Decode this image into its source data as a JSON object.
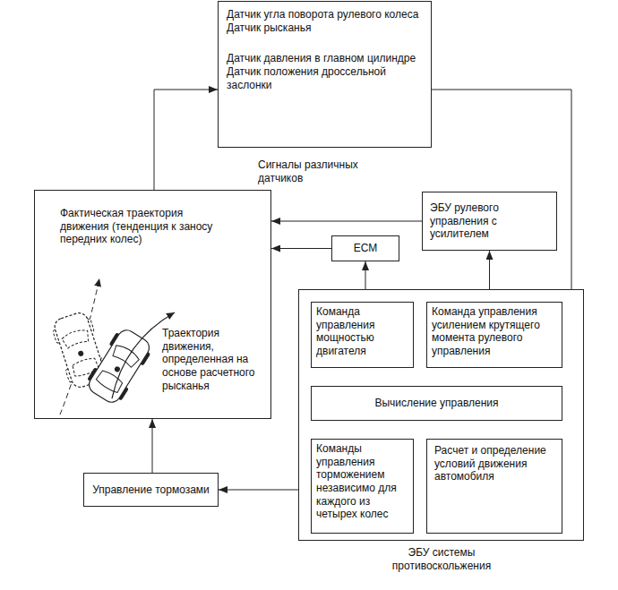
{
  "diagram": {
    "nodes": [
      {
        "text": [
          "Датчик угла поворота рулевого колеса",
          "Датчик рысканья",
          "Датчик давления в главном цилиндре",
          "Датчик положения дроссельной заслонки",
          "Сигналы различных датчиков"
        ]
      },
      {
        "text": [
          "Фактическая траектория движения (тенденция к заносу передних колес)",
          "Траектория движения, определенная на основе расчетного рысканья"
        ]
      },
      {
        "text": [
          "ЭБУ рулевого управления с усилителем"
        ]
      },
      {
        "text": [
          "ECM"
        ]
      },
      {
        "text": [
          "ЭБУ системы противоскольжения"
        ]
      },
      {
        "text": [
          "Команда управления мощностью двигателя"
        ],
        "in": 4
      },
      {
        "text": [
          "Команда управления усилением крутящего момента рулевого управления"
        ],
        "in": 4
      },
      {
        "text": [
          "Вычисление управления"
        ],
        "in": 4
      },
      {
        "text": [
          "Команды управления торможением независимо для каждого из четырех колес"
        ],
        "in": 4
      },
      {
        "text": [
          "Расчет и определение условий движения автомобиля"
        ],
        "in": 4
      },
      {
        "text": [
          "Управление тормозами"
        ]
      }
    ],
    "edges": [
      {
        "from": 1,
        "to": 0,
        "arrow": "to"
      },
      {
        "from": 0,
        "to": 9,
        "arrow": "to"
      },
      {
        "from": 2,
        "to": 1,
        "arrow": "to"
      },
      {
        "from": 3,
        "to": 1,
        "arrow": "to"
      },
      {
        "from": 5,
        "to": 3,
        "arrow": "to"
      },
      {
        "from": 6,
        "to": 2,
        "arrow": "to"
      },
      {
        "from": 9,
        "to": 7,
        "arrow": "to"
      },
      {
        "from": 7,
        "to": 5,
        "arrow": "to"
      },
      {
        "from": 7,
        "to": 6,
        "arrow": "to"
      },
      {
        "from": 7,
        "to": 8,
        "arrow": "to"
      },
      {
        "from": 8,
        "to": 10,
        "arrow": "to"
      },
      {
        "from": 10,
        "to": 1,
        "arrow": "to"
      }
    ]
  }
}
